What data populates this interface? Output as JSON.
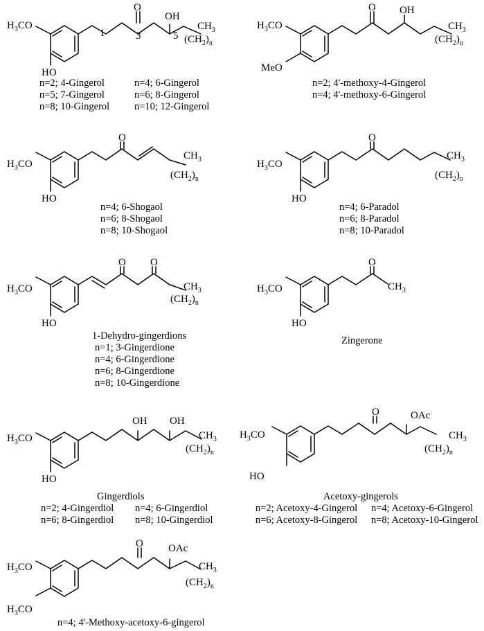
{
  "colors": {
    "ink": "#000000",
    "background": "#ffffff"
  },
  "molecules": [
    {
      "id": "gingerol",
      "atoms": {
        "ring_top": "H3CO",
        "ring_bottom": "HO",
        "ketone_o": "O",
        "hydroxyl": "OH",
        "tail_ch3": "CH3",
        "tail_ch2n": "(CH2)n"
      },
      "locants": [
        "1",
        "3",
        "5"
      ],
      "caption": {
        "left": [
          "n=2; 4-Gingerol",
          "n=5; 7-Gingerol",
          "n=8; 10-Gingerol"
        ],
        "right": [
          "n=4; 6-Gingerol",
          "n=6; 8-Gingerol",
          "n=10; 12-Gingerol"
        ]
      }
    },
    {
      "id": "methoxy-gingerol",
      "atoms": {
        "ring_top": "H3CO",
        "ring_bottom": "MeO",
        "ketone_o": "O",
        "hydroxyl": "OH",
        "tail_ch3": "CH3",
        "tail_ch2n": "(CH2)n"
      },
      "caption": {
        "lines": [
          "n=2; 4'-methoxy-4-Gingerol",
          "n=4; 4'-methoxy-6-Gingerol"
        ]
      }
    },
    {
      "id": "shogaol",
      "atoms": {
        "ring_top": "H3CO",
        "ring_bottom": "HO",
        "ketone_o": "O",
        "tail_ch3": "CH3",
        "tail_ch2n": "(CH2)n"
      },
      "caption": {
        "lines": [
          "n=4; 6-Shogaol",
          "n=6; 8-Shogaol",
          "n=8; 10-Shogaol"
        ]
      }
    },
    {
      "id": "paradol",
      "atoms": {
        "ring_top": "H3CO",
        "ring_bottom": "HO",
        "ketone_o": "O",
        "tail_ch3": "CH3",
        "tail_ch2n": "(CH2)n"
      },
      "caption": {
        "lines": [
          "n=4; 6-Paradol",
          "n=6; 8-Paradol",
          "n=8; 10-Paradol"
        ]
      }
    },
    {
      "id": "dehydro-gingerdione",
      "atoms": {
        "ring_top": "H3CO",
        "ring_bottom": "HO",
        "ketone_o1": "O",
        "ketone_o2": "O",
        "tail_ch3": "CH3",
        "tail_ch2n": "(CH2)n"
      },
      "caption": {
        "lines": [
          "1-Dehydro-gingerdions",
          "n=1; 3-Gingerdione",
          "n=4; 6-Gingerdione",
          "n=6; 8-Gingerdione",
          "n=8; 10-Gingerdione"
        ]
      }
    },
    {
      "id": "zingerone",
      "atoms": {
        "ring_top": "H3CO",
        "ring_bottom": "HO",
        "ketone_o": "O",
        "tail_ch3": "CH3"
      },
      "caption": {
        "lines": [
          "Zingerone"
        ]
      }
    },
    {
      "id": "gingerdiol",
      "atoms": {
        "ring_top": "H3CO",
        "ring_bottom": "HO",
        "hydroxyl1": "OH",
        "hydroxyl2": "OH",
        "tail_ch3": "CH3",
        "tail_ch2n": "(CH2)n"
      },
      "caption": {
        "title": "Gingerdiols",
        "left": [
          "n=2; 4-Gingerdiol",
          "n=6; 8-Gingerdiol"
        ],
        "right": [
          "n=4; 6-Gingerdiol",
          "n=8; 10-Gingerdiol"
        ]
      }
    },
    {
      "id": "acetoxy-gingerol",
      "atoms": {
        "ring_top": "H3CO",
        "ring_bottom": "HO",
        "ketone_o": "O",
        "acetoxy": "OAc",
        "tail_ch3": "CH3",
        "tail_ch2n": "(CH2)n"
      },
      "caption": {
        "title": "Acetoxy-gingerols",
        "left": [
          "n=2; Acetoxy-4-Gingerol",
          "n=6; Acetoxy-8-Gingerol"
        ],
        "right": [
          "n=4; Acetoxy-6-Gingerol",
          "n=8; Acetoxy-10-Gingerol"
        ]
      }
    },
    {
      "id": "methoxy-acetoxy-gingerol",
      "atoms": {
        "ring_top": "H3CO",
        "ring_bottom": "H3CO",
        "ketone_o": "O",
        "acetoxy": "OAc",
        "tail_ch3": "CH3",
        "tail_ch2n": "(CH2)n"
      },
      "caption": {
        "lines": [
          "n=4; 4'-Methoxy-acetoxy-6-gingerol"
        ]
      }
    }
  ]
}
